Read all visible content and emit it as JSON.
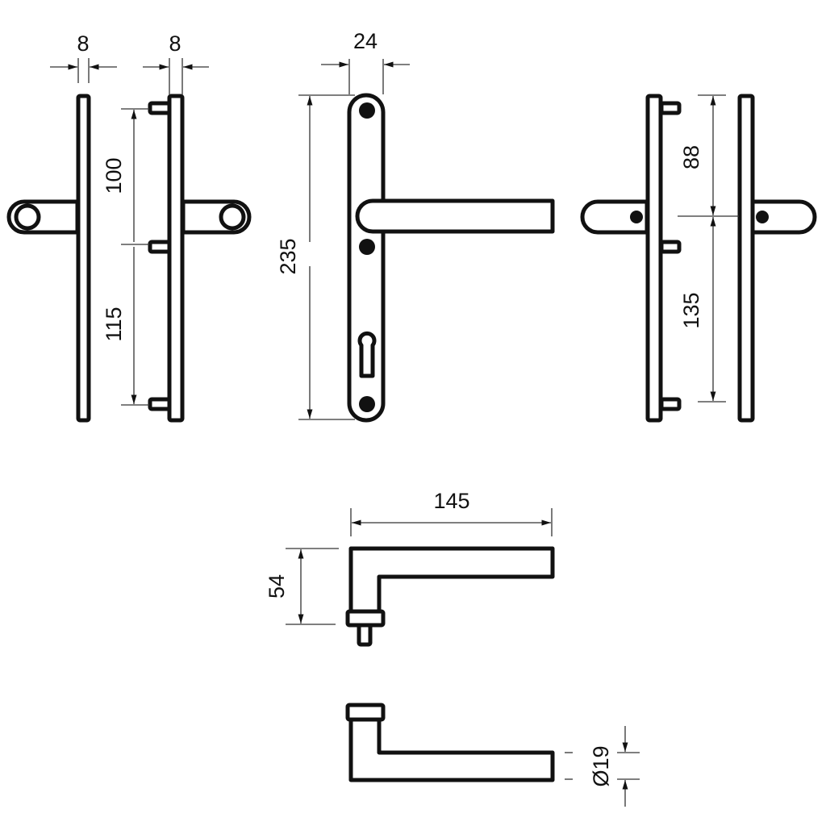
{
  "drawing": {
    "side_view_left": {
      "width_label": "8"
    },
    "side_view_pins": {
      "width_label": "8",
      "upper_spacing_label": "100",
      "lower_spacing_label": "115"
    },
    "front_view": {
      "width_label": "24",
      "height_label": "235"
    },
    "rear_views": {
      "upper_label": "88",
      "lower_label": "135"
    },
    "lever_top_view": {
      "length_label": "145",
      "height_label": "54"
    },
    "lever_bottom_view": {
      "diameter_label": "Ø19"
    }
  },
  "colors": {
    "line": "#111111",
    "background": "#ffffff"
  }
}
